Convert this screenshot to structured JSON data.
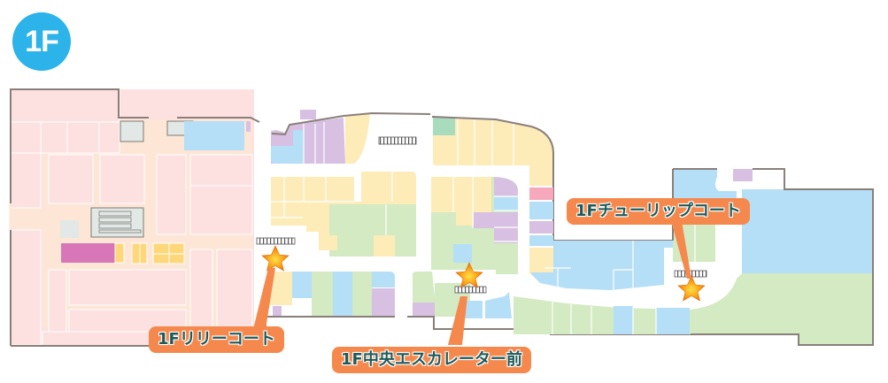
{
  "floor": {
    "label": "1F",
    "badge_color": "#2bb3ea"
  },
  "map": {
    "colors": {
      "anchor_store": "#fde0e0",
      "corridor_anchor": "#fde6d6",
      "fashion": "#fdebb8",
      "food": "#d3eac3",
      "service": "#b5def7",
      "goods": "#d8c0e3",
      "accent_pink": "#f7a8bb",
      "magenta": "#d877b8",
      "yellow": "#fdd779",
      "facility_gray": "#e1e8e6",
      "green_dark": "#a9dbbd",
      "wall": "#8a7f7a"
    }
  },
  "callouts": [
    {
      "id": "lily",
      "label": "1Fリリーコート",
      "color": "#f5894d"
    },
    {
      "id": "central",
      "label": "1F中央エスカレーター前",
      "color": "#f5894d"
    },
    {
      "id": "tulip",
      "label": "1Fチューリップコート",
      "color": "#f5894d"
    }
  ],
  "markers": [
    {
      "id": "lily",
      "icon": "star-icon",
      "escalator": "escalator-icon"
    },
    {
      "id": "central",
      "icon": "star-icon",
      "escalator": "escalator-icon"
    },
    {
      "id": "tulip",
      "icon": "star-icon",
      "escalator": "escalator-icon"
    }
  ]
}
